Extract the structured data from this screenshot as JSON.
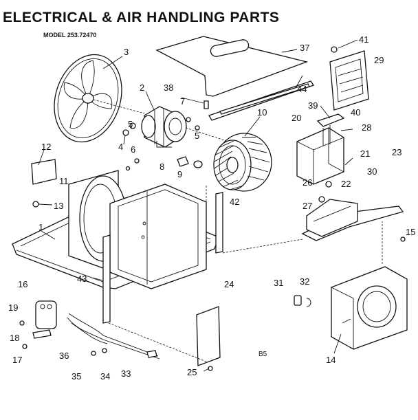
{
  "header": {
    "title": "ELECTRICAL & AIR HANDLING PARTS",
    "model": "MODEL 253.72470"
  },
  "page_code": "B5",
  "callouts": [
    "1",
    "3",
    "2",
    "4",
    "5",
    "5",
    "6",
    "7",
    "8",
    "9",
    "10",
    "11",
    "12",
    "13",
    "14",
    "15",
    "16",
    "17",
    "18",
    "19",
    "20",
    "21",
    "22",
    "23",
    "24",
    "25",
    "26",
    "27",
    "28",
    "29",
    "30",
    "31",
    "32",
    "33",
    "34",
    "35",
    "36",
    "37",
    "38",
    "39",
    "40",
    "41",
    "42",
    "43",
    "44"
  ]
}
